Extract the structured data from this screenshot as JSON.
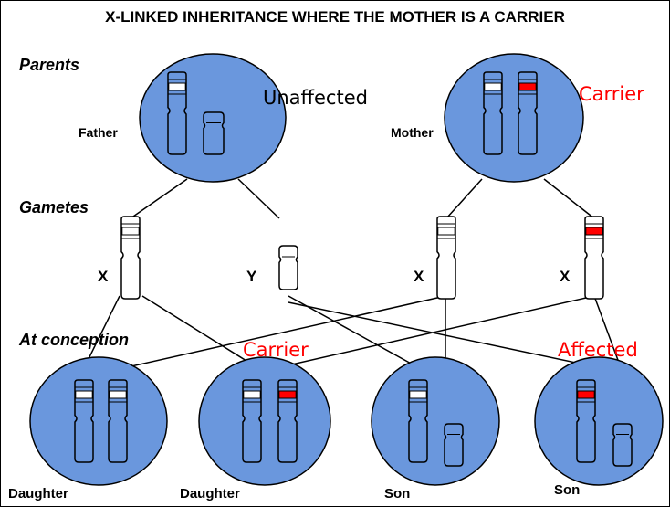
{
  "title": "X-LINKED INHERITANCE WHERE THE MOTHER IS A CARRIER",
  "sections": {
    "parents": "Parents",
    "gametes": "Gametes",
    "conception": "At conception"
  },
  "parents": {
    "father": "Father",
    "father_status": "Unaffected",
    "mother": "Mother",
    "mother_status": "Carrier"
  },
  "gametes": {
    "x": "X",
    "y": "Y"
  },
  "children": [
    {
      "label": "Daughter",
      "status": ""
    },
    {
      "label": "Daughter",
      "status": "Carrier"
    },
    {
      "label": "Son",
      "status": ""
    },
    {
      "label": "Son",
      "status": "Affected"
    }
  ],
  "colors": {
    "cell_fill": "#6a97dd",
    "outline": "#000000",
    "mutation": "#ff0000",
    "normal_band": "#ffffff",
    "status_red": "#ff0000"
  }
}
